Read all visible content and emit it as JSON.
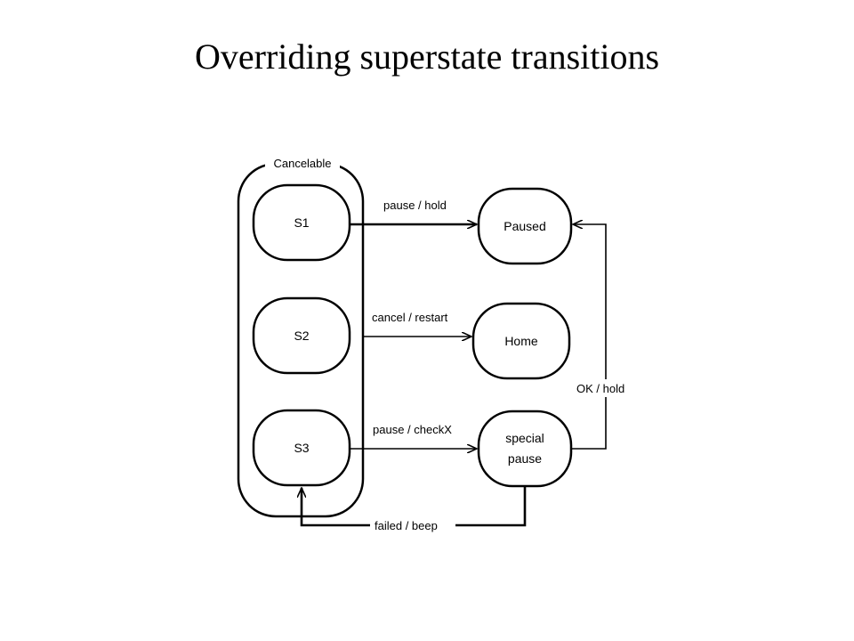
{
  "title": "Overriding superstate transitions",
  "superstate": {
    "label": "Cancelable"
  },
  "states": {
    "s1": "S1",
    "s2": "S2",
    "s3": "S3",
    "paused": "Paused",
    "home": "Home",
    "special_pause_line1": "special",
    "special_pause_line2": "pause"
  },
  "transitions": {
    "s1_to_paused": "pause / hold",
    "cancelable_to_home": "cancel / restart",
    "s3_to_special_pause": "pause / checkX",
    "special_pause_to_paused": "OK / hold",
    "special_pause_to_s3": "failed / beep"
  }
}
